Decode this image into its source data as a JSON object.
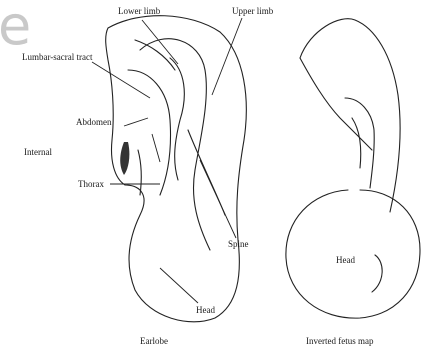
{
  "watermark": {
    "text": "e"
  },
  "ear": {
    "labels": {
      "lower_limb": "Lower limb",
      "upper_limb": "Upper limb",
      "lumbar_sacral": "Lumbar-sacral tract",
      "abdomen": "Abdomen",
      "internal": "Internal",
      "thorax": "Thorax",
      "spine": "Spine",
      "head": "Head"
    },
    "caption": "Earlobe"
  },
  "fetus": {
    "head_label": "Head",
    "caption": "Inverted fetus map"
  }
}
